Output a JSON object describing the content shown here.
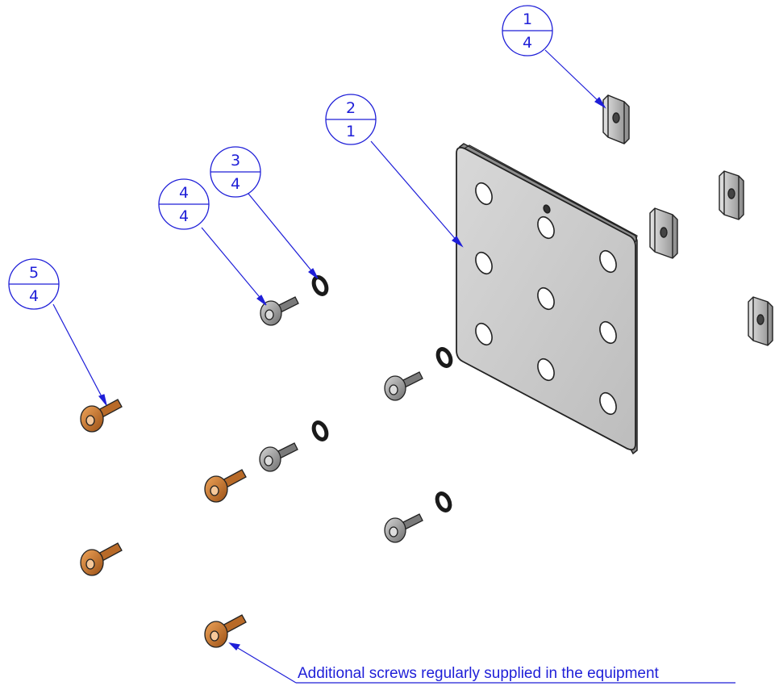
{
  "balloons": [
    {
      "item": "1",
      "qty": "4"
    },
    {
      "item": "2",
      "qty": "1"
    },
    {
      "item": "3",
      "qty": "4"
    },
    {
      "item": "4",
      "qty": "4"
    },
    {
      "item": "5",
      "qty": "4"
    }
  ],
  "note": "Additional screws regularly supplied in the equipment",
  "colors": {
    "annotation": "#1f1fd8",
    "plate": "#c9c9c9",
    "steel_screw": "#9c9c9c",
    "copper_screw": "#c8742a",
    "washer": "#1a1a1a"
  }
}
